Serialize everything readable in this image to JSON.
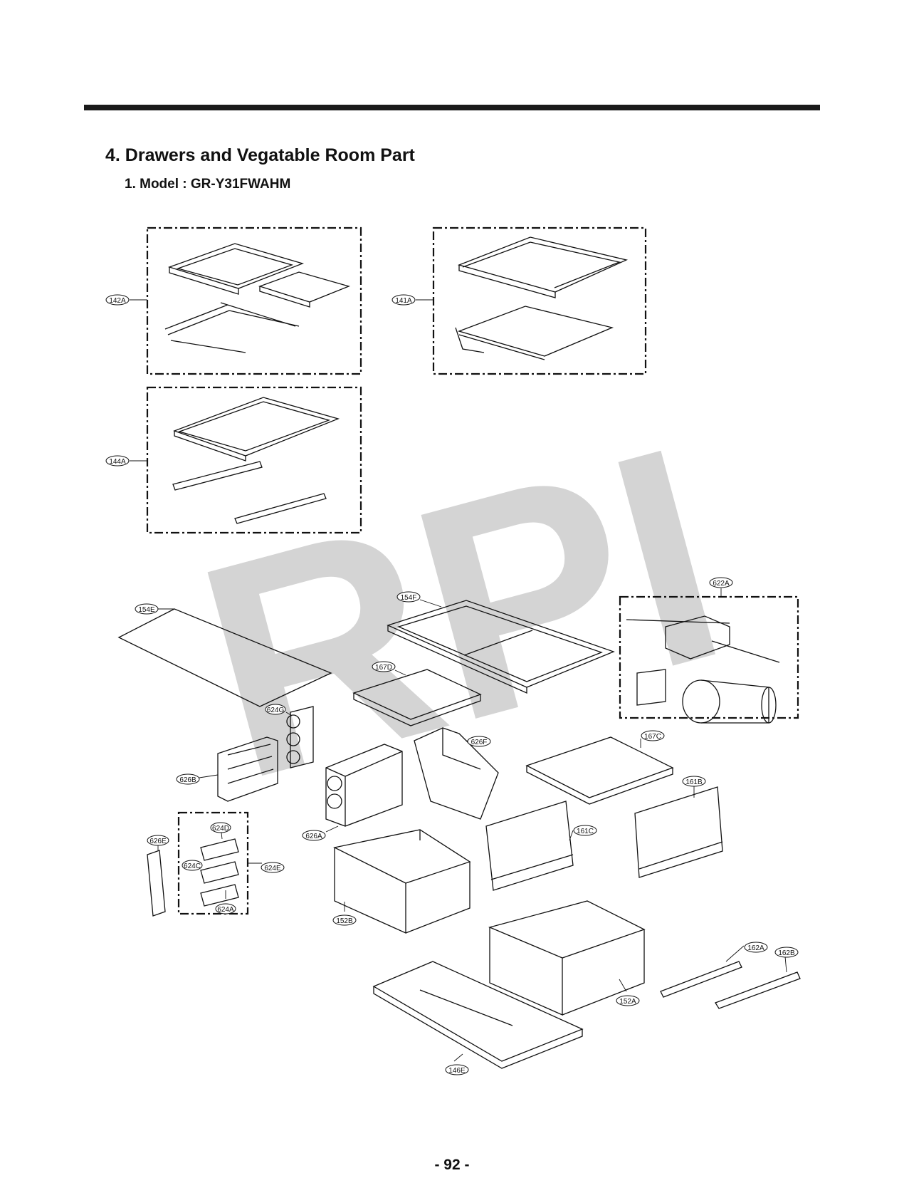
{
  "header": {
    "title": "4. Drawers and Vegatable Room Part",
    "subtitle": "1. Model : GR-Y31FWAHM"
  },
  "watermark": "RPI",
  "callouts": {
    "c142A": "142A",
    "c141A": "141A",
    "c144A": "144A",
    "c154E": "154E",
    "c154F": "154F",
    "c622A": "622A",
    "c167D": "167D",
    "c624G": "624G",
    "c626F": "626F",
    "c167C": "167C",
    "c626B": "626B",
    "c161B": "161B",
    "c626E": "626E",
    "c624D": "624D",
    "c626A": "626A",
    "c161C": "161C",
    "c624C": "624C",
    "c624E": "624E",
    "c624A": "624A",
    "c152B": "152B",
    "c162A": "162A",
    "c162B": "162B",
    "c152A": "152A",
    "c146E": "146E"
  },
  "footer": {
    "page_number": "- 92 -"
  },
  "colors": {
    "ink": "#111111",
    "watermark": "#d4d4d4",
    "rule": "#1a1a1a"
  }
}
